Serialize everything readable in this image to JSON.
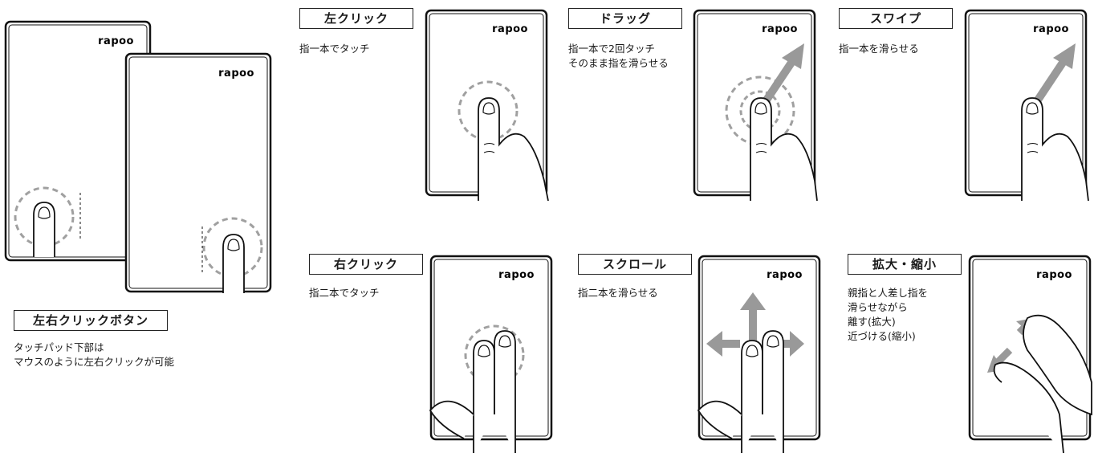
{
  "brand": {
    "logo": "rapoo"
  },
  "intro": {
    "title": "左右クリックボタン",
    "lines": [
      "タッチパッド下部は",
      "マウスのように左右クリックが可能"
    ]
  },
  "gestures": [
    {
      "title": "左クリック",
      "lines": [
        "指一本でタッチ"
      ]
    },
    {
      "title": "ドラッグ",
      "lines": [
        "指一本で2回タッチ",
        "そのまま指を滑らせる"
      ]
    },
    {
      "title": "スワイプ",
      "lines": [
        "指一本を滑らせる"
      ]
    },
    {
      "title": "右クリック",
      "lines": [
        "指二本でタッチ"
      ]
    },
    {
      "title": "スクロール",
      "lines": [
        "指二本を滑らせる"
      ]
    },
    {
      "title": "拡大・縮小",
      "lines": [
        "親指と人差し指を",
        "滑らせながら",
        "離す(拡大)",
        "近づける(縮小)"
      ]
    }
  ],
  "colors": {
    "arrow": "#999999",
    "ring": "#a0a0a0",
    "outline": "#111111"
  }
}
